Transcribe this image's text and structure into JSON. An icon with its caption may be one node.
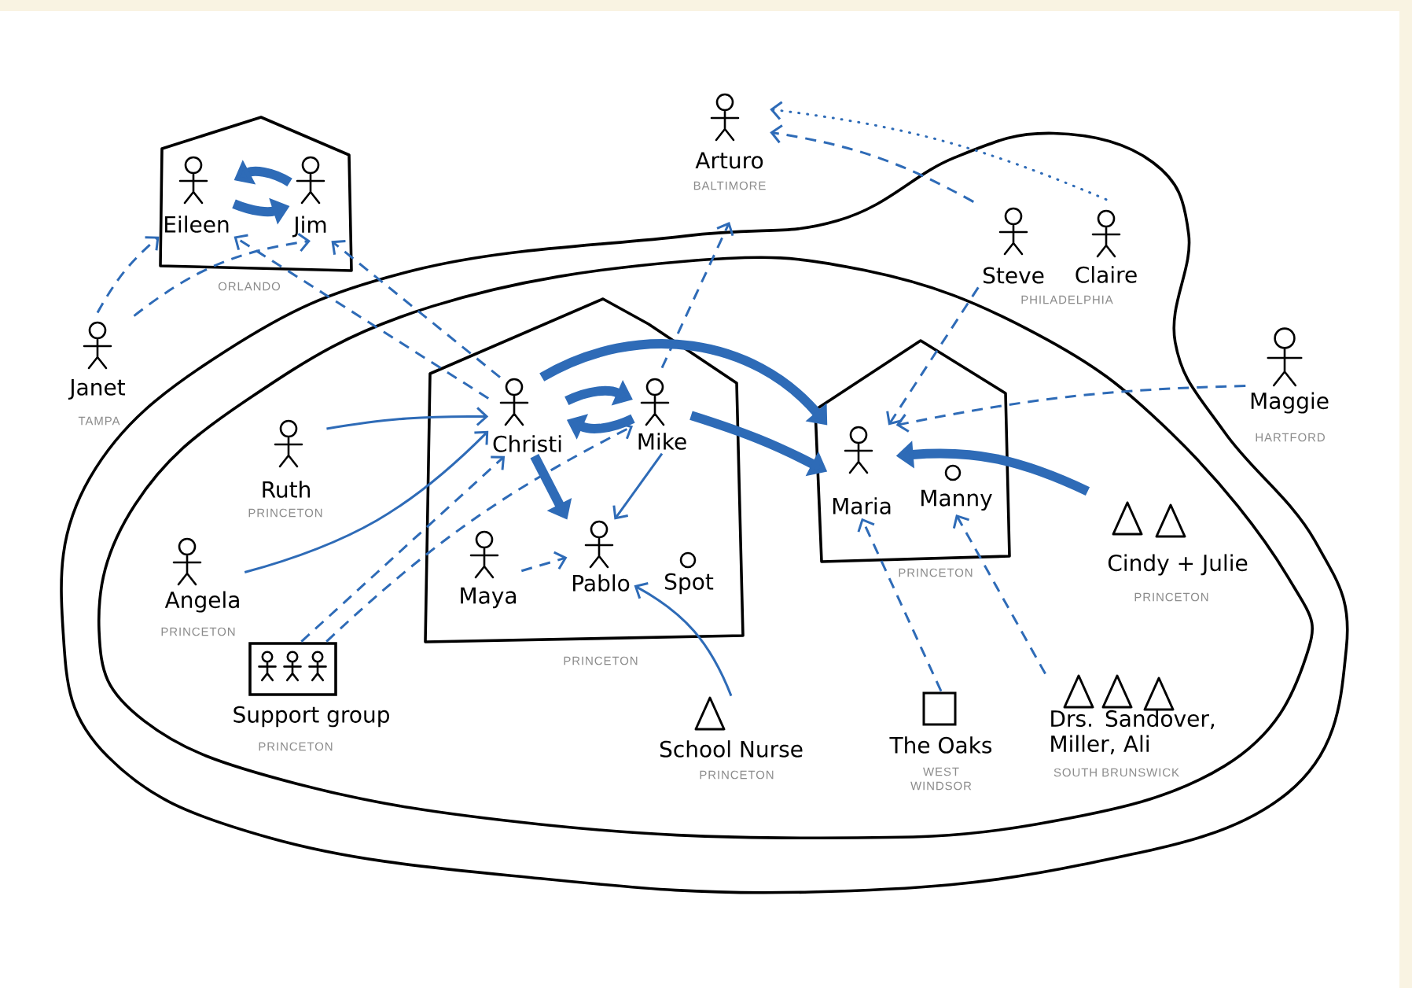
{
  "diagram": {
    "nodes": [
      {
        "text": [
          "ORLANDO"
        ]
      },
      {
        "text": [
          "Eileen"
        ],
        "in": 0
      },
      {
        "text": [
          "Jim"
        ],
        "in": 0
      },
      {
        "text": [
          "Janet",
          "TAMPA"
        ]
      },
      {
        "text": [
          "Arturo",
          "BALTIMORE"
        ]
      },
      {
        "text": [
          "Steve"
        ]
      },
      {
        "text": [
          "Claire"
        ]
      },
      {
        "text": [
          "Maggie",
          "HARTFORD"
        ]
      },
      {
        "text": [
          "PRINCETON"
        ]
      },
      {
        "text": [
          "Christi"
        ],
        "in": 8
      },
      {
        "text": [
          "Mike"
        ],
        "in": 8
      },
      {
        "text": [
          "Maya"
        ],
        "in": 8
      },
      {
        "text": [
          "Pablo"
        ],
        "in": 8
      },
      {
        "text": [
          "Spot"
        ],
        "in": 8
      },
      {
        "text": [
          "PRINCETON"
        ]
      },
      {
        "text": [
          "Maria"
        ],
        "in": 14
      },
      {
        "text": [
          "Manny"
        ],
        "in": 14
      },
      {
        "text": [
          "Ruth",
          "PRINCETON"
        ]
      },
      {
        "text": [
          "Angela",
          "PRINCETON"
        ]
      },
      {
        "text": [
          "Support group",
          "PRINCETON"
        ]
      },
      {
        "text": [
          "School Nurse",
          "PRINCETON"
        ]
      },
      {
        "text": [
          "The Oaks",
          "WEST WINDSOR"
        ]
      },
      {
        "text": [
          "Drs. Sandover, Miller, Ali",
          "SOUTH BRUNSWICK"
        ]
      },
      {
        "text": [
          "Cindy + Julie",
          "PRINCETON"
        ]
      }
    ],
    "edges": [
      {
        "from": 2,
        "to": 1,
        "arrow": "to",
        "style": "thick"
      },
      {
        "from": 1,
        "to": 2,
        "arrow": "to",
        "style": "thick"
      },
      {
        "from": 3,
        "to": 1,
        "arrow": "to",
        "style": "dashed"
      },
      {
        "from": 3,
        "to": 2,
        "arrow": "to",
        "style": "dashed"
      },
      {
        "from": 9,
        "to": 1,
        "arrow": "to",
        "style": "dashed"
      },
      {
        "from": 9,
        "to": 2,
        "arrow": "to",
        "style": "dashed"
      },
      {
        "from": 10,
        "to": 4,
        "arrow": "to",
        "style": "dashed"
      },
      {
        "from": 5,
        "to": 4,
        "arrow": "to",
        "style": "dashed"
      },
      {
        "from": 6,
        "to": 4,
        "arrow": "to",
        "style": "dashed"
      },
      {
        "from": 9,
        "to": 10,
        "arrow": "to",
        "style": "thick"
      },
      {
        "from": 10,
        "to": 9,
        "arrow": "to",
        "style": "thick"
      },
      {
        "from": 9,
        "to": 15,
        "arrow": "to",
        "style": "thick"
      },
      {
        "from": 10,
        "to": 15,
        "arrow": "to",
        "style": "thick"
      },
      {
        "from": 23,
        "to": 15,
        "arrow": "to",
        "style": "thick"
      },
      {
        "from": 9,
        "to": 12,
        "arrow": "to",
        "style": "thick"
      },
      {
        "from": 10,
        "to": 12,
        "arrow": "to"
      },
      {
        "from": 17,
        "to": 9,
        "arrow": "to"
      },
      {
        "from": 18,
        "to": 9,
        "arrow": "to"
      },
      {
        "from": 19,
        "to": 9,
        "arrow": "to",
        "style": "dashed"
      },
      {
        "from": 19,
        "to": 10,
        "arrow": "to",
        "style": "dashed"
      },
      {
        "from": 11,
        "to": 12,
        "arrow": "to",
        "style": "dashed"
      },
      {
        "from": 20,
        "to": 12,
        "arrow": "to"
      },
      {
        "from": 5,
        "to": 15,
        "arrow": "to",
        "style": "dashed"
      },
      {
        "from": 7,
        "to": 15,
        "arrow": "to",
        "style": "dashed"
      },
      {
        "from": 21,
        "to": 15,
        "arrow": "to",
        "style": "dashed"
      },
      {
        "from": 22,
        "to": 16,
        "arrow": "to",
        "style": "dashed"
      }
    ],
    "labels": [
      "PHILADELPHIA"
    ]
  }
}
